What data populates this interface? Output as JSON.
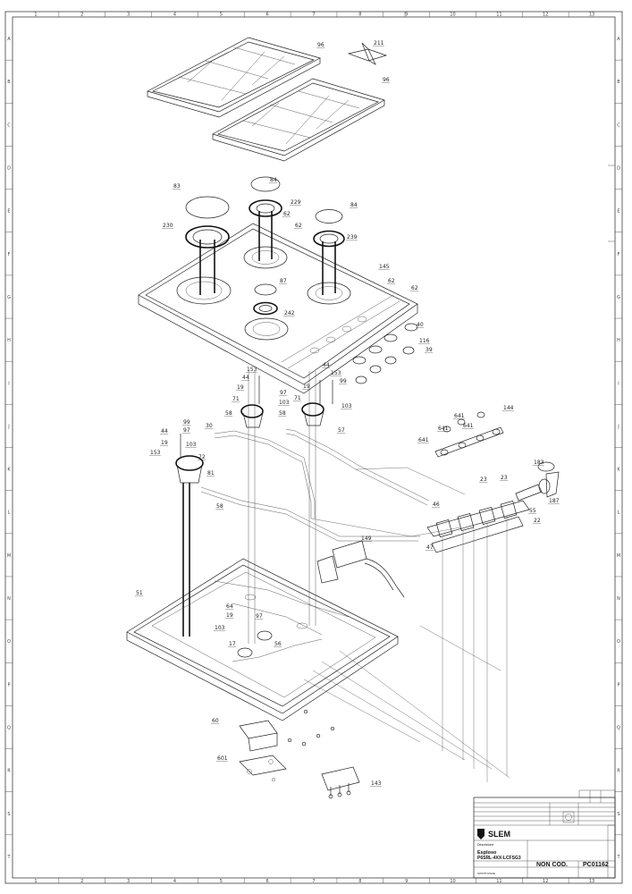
{
  "drawing": {
    "part_labels": [
      {
        "id": "211",
        "text": "211"
      },
      {
        "id": "96a",
        "text": "96"
      },
      {
        "id": "96b",
        "text": "96"
      },
      {
        "id": "83",
        "text": "83"
      },
      {
        "id": "84a",
        "text": "84"
      },
      {
        "id": "84b",
        "text": "84"
      },
      {
        "id": "229",
        "text": "229"
      },
      {
        "id": "230",
        "text": "230"
      },
      {
        "id": "239",
        "text": "239"
      },
      {
        "id": "62a",
        "text": "62"
      },
      {
        "id": "62b",
        "text": "62"
      },
      {
        "id": "145",
        "text": "145"
      },
      {
        "id": "62c",
        "text": "62"
      },
      {
        "id": "62d",
        "text": "62"
      },
      {
        "id": "87",
        "text": "87"
      },
      {
        "id": "242",
        "text": "242"
      },
      {
        "id": "40",
        "text": "40"
      },
      {
        "id": "116",
        "text": "116"
      },
      {
        "id": "39",
        "text": "39"
      },
      {
        "id": "44a",
        "text": "44"
      },
      {
        "id": "153a",
        "text": "153"
      },
      {
        "id": "44b",
        "text": "44"
      },
      {
        "id": "153b",
        "text": "153"
      },
      {
        "id": "19a",
        "text": "19"
      },
      {
        "id": "19b",
        "text": "19"
      },
      {
        "id": "99a",
        "text": "99"
      },
      {
        "id": "97a",
        "text": "97"
      },
      {
        "id": "71a",
        "text": "71"
      },
      {
        "id": "71b",
        "text": "71"
      },
      {
        "id": "103a",
        "text": "103"
      },
      {
        "id": "103b",
        "text": "103"
      },
      {
        "id": "58a",
        "text": "58"
      },
      {
        "id": "58b",
        "text": "58"
      },
      {
        "id": "30",
        "text": "30"
      },
      {
        "id": "57",
        "text": "57"
      },
      {
        "id": "99b",
        "text": "99"
      },
      {
        "id": "97b",
        "text": "97"
      },
      {
        "id": "44c",
        "text": "44"
      },
      {
        "id": "19c",
        "text": "19"
      },
      {
        "id": "103c",
        "text": "103"
      },
      {
        "id": "153c",
        "text": "153"
      },
      {
        "id": "72",
        "text": "72"
      },
      {
        "id": "81",
        "text": "81"
      },
      {
        "id": "58c",
        "text": "58"
      },
      {
        "id": "144",
        "text": "144"
      },
      {
        "id": "641a",
        "text": "641"
      },
      {
        "id": "641b",
        "text": "641"
      },
      {
        "id": "641c",
        "text": "641"
      },
      {
        "id": "641d",
        "text": "641"
      },
      {
        "id": "183",
        "text": "183"
      },
      {
        "id": "23a",
        "text": "23"
      },
      {
        "id": "23b",
        "text": "23"
      },
      {
        "id": "187",
        "text": "187"
      },
      {
        "id": "46",
        "text": "46"
      },
      {
        "id": "55",
        "text": "55"
      },
      {
        "id": "22",
        "text": "22"
      },
      {
        "id": "47",
        "text": "47"
      },
      {
        "id": "149",
        "text": "149"
      },
      {
        "id": "51",
        "text": "51"
      },
      {
        "id": "64",
        "text": "64"
      },
      {
        "id": "19d",
        "text": "19"
      },
      {
        "id": "97c",
        "text": "97"
      },
      {
        "id": "103d",
        "text": "103"
      },
      {
        "id": "17",
        "text": "17"
      },
      {
        "id": "56",
        "text": "56"
      },
      {
        "id": "60",
        "text": "60"
      },
      {
        "id": "601",
        "text": "601"
      },
      {
        "id": "143",
        "text": "143"
      }
    ],
    "zone_numbers_top": [
      "1",
      "2",
      "3",
      "4",
      "5",
      "6",
      "7",
      "8",
      "9",
      "10",
      "11",
      "12",
      "13"
    ],
    "zone_letters_side": [
      "A",
      "B",
      "C",
      "D",
      "E",
      "F",
      "G",
      "H",
      "I",
      "J",
      "K",
      "L",
      "M",
      "N",
      "O",
      "P",
      "Q",
      "R",
      "S",
      "T"
    ]
  },
  "title_block": {
    "brand": "SLEM",
    "description_label": "Descrizione",
    "description_line1": "Esploso",
    "description_line2": "P6SRL-4XX-LCFSG3",
    "status": "NON COD.",
    "drawing_number": "PC01162",
    "small_note": "SOSTITUISCE"
  }
}
